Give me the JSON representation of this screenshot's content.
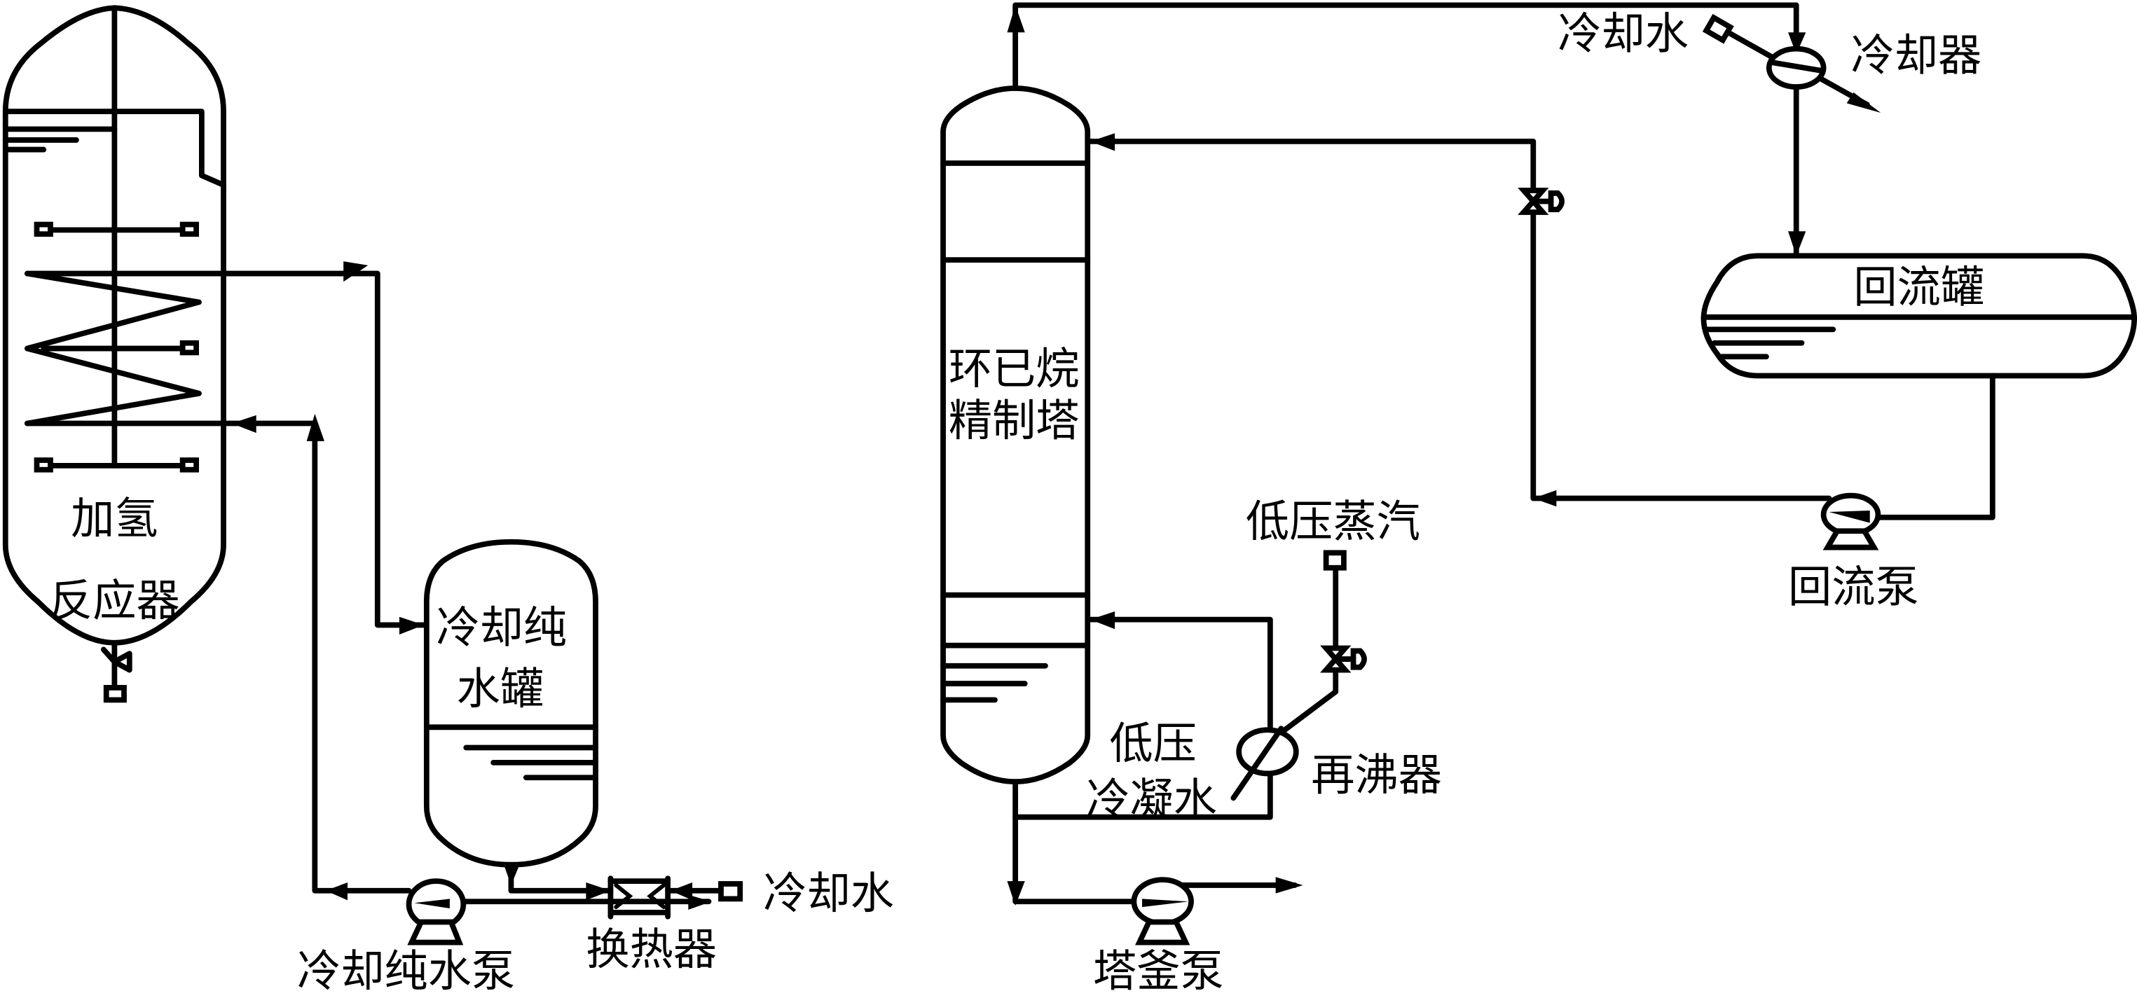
{
  "diagram": {
    "type": "process-flow-diagram",
    "colors": {
      "line": "#000000",
      "background": "#ffffff"
    },
    "equipment": {
      "hydrogenation_reactor": {
        "label_line1": "加氢",
        "label_line2": "反应器"
      },
      "cooling_water_tank": {
        "label_line1": "冷却纯",
        "label_line2": "水罐"
      },
      "cooling_water_pump": {
        "label": "冷却纯水泵"
      },
      "heat_exchanger": {
        "label": "换热器"
      },
      "hx_cooling_water": {
        "label": "冷却水"
      },
      "refining_column": {
        "label_line1": "环已烷",
        "label_line2": "精制塔"
      },
      "cooler": {
        "label": "冷却器"
      },
      "cooler_cooling_water": {
        "label": "冷却水"
      },
      "reflux_drum": {
        "label": "回流罐"
      },
      "reflux_pump": {
        "label": "回流泵"
      },
      "reboiler": {
        "label": "再沸器"
      },
      "low_pressure_steam": {
        "label": "低压蒸汽"
      },
      "low_pressure_condensate": {
        "label_line1": "低压",
        "label_line2": "冷凝水"
      },
      "bottoms_pump": {
        "label": "塔釜泵"
      }
    }
  }
}
